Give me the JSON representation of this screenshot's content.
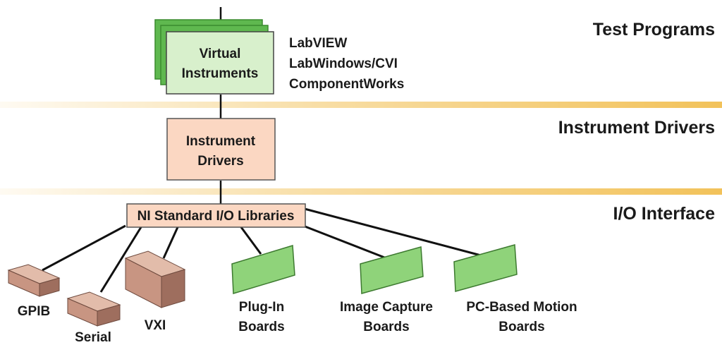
{
  "layers": {
    "test_programs": "Test Programs",
    "instrument_drivers": "Instrument Drivers",
    "io_interface": "I/O Interface"
  },
  "boxes": {
    "virtual_instruments": [
      "Virtual",
      "Instruments"
    ],
    "instrument_drivers": [
      "Instrument",
      "Drivers"
    ],
    "io_libraries": "NI Standard I/O Libraries"
  },
  "software": [
    "LabVIEW",
    "LabWindows/CVI",
    "ComponentWorks"
  ],
  "devices": {
    "gpib": [
      "GPIB"
    ],
    "serial": [
      "Serial"
    ],
    "vxi": [
      "VXI"
    ],
    "plugin": [
      "Plug-In",
      "Boards"
    ],
    "image_capture": [
      "Image Capture",
      "Boards"
    ],
    "motion": [
      "PC-Based Motion",
      "Boards"
    ]
  },
  "colors": {
    "band": "#f2c25a",
    "vi_fill": "#d8f0cc",
    "vi_back": "#5fb84f",
    "driver_fill": "#fbd7c2",
    "library_fill": "#fbd7c2",
    "board_fill": "#8fd37a",
    "box_device_front": "#c89582",
    "box_device_top": "#e2bcaa",
    "box_device_side": "#9e6e5e"
  }
}
